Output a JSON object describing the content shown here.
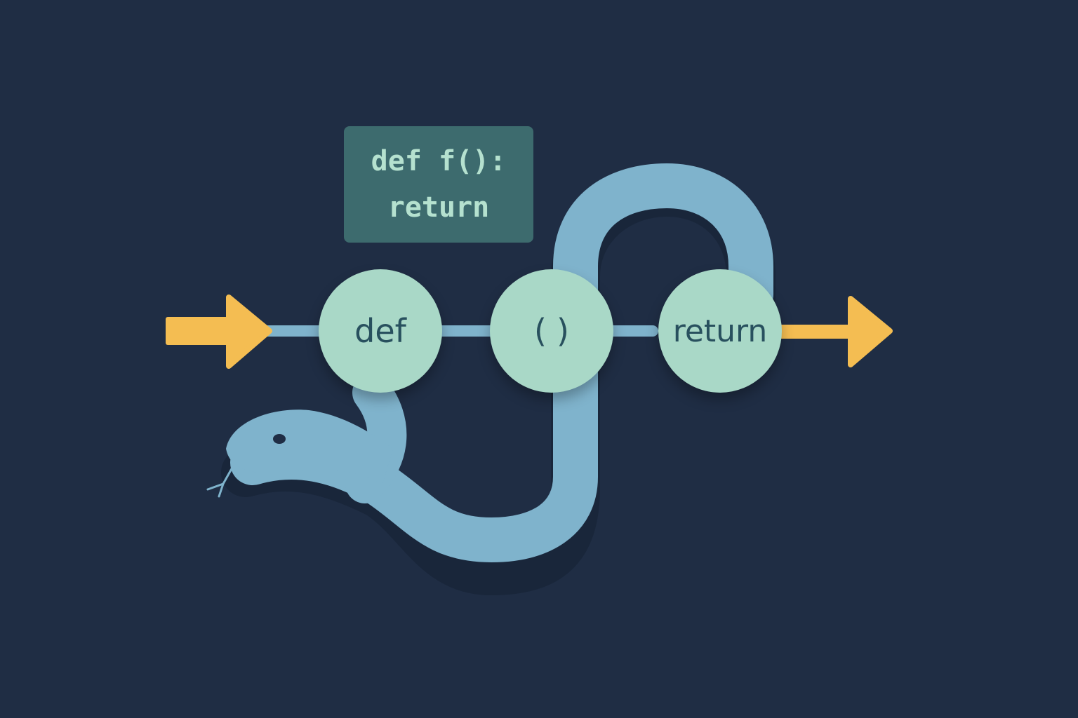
{
  "colors": {
    "background": "#1f2d44",
    "snake": "#7fb3cc",
    "snake_shadow": "#19263a",
    "node_fill": "#a9d8c7",
    "node_text": "#28505e",
    "code_box_fill": "#3d6b6e",
    "code_box_text": "#b5e1cf",
    "arrow": "#f4bd52",
    "eye": "#1f2d44"
  },
  "code_box": {
    "line1": "def f():",
    "line2": "return"
  },
  "nodes": [
    {
      "id": "def",
      "label": "def"
    },
    {
      "id": "parens",
      "label": "()"
    },
    {
      "id": "return",
      "label": "return"
    }
  ],
  "icons": {
    "input_arrow": "right-arrow-icon",
    "output_arrow": "right-arrow-icon",
    "snake": "python-snake-icon"
  }
}
